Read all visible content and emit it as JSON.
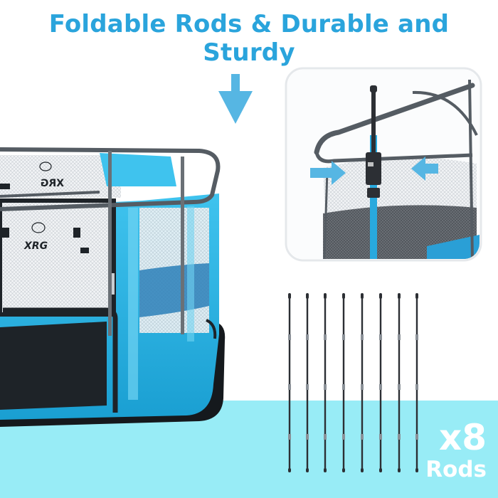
{
  "headline": "Foldable Rods & Durable and Sturdy",
  "rod_count": {
    "quantity": "x8",
    "unit": "Rods"
  },
  "product": {
    "brand_logo_text": "XRG"
  },
  "colors": {
    "headline": "#2aa4dc",
    "accent_blue": "#3db3e6",
    "pen_blue": "#1ea8d8",
    "floor_band": "#98ecf6",
    "frame_gray": "#555c63"
  }
}
